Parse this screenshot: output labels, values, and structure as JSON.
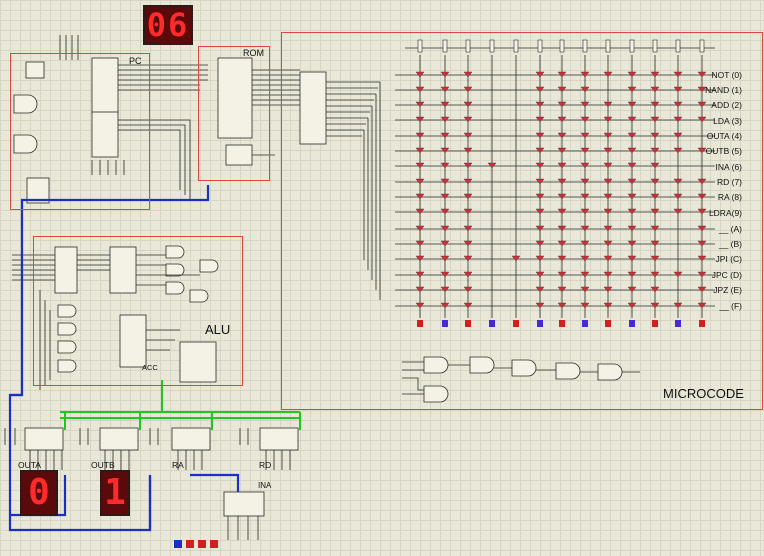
{
  "blocks": {
    "pc": "PC",
    "rom": "ROM",
    "alu": "ALU",
    "acc": "ACC",
    "microcode": "MICROCODE",
    "outa": "OUTA",
    "outb": "OUTB",
    "ra": "RA",
    "rd": "RD",
    "ina": "INA"
  },
  "displays": {
    "pc_value": "06",
    "outa_value": "0",
    "outb_value": "1"
  },
  "microcode_rows": [
    "NOT (0)",
    "NAND (1)",
    "ADD (2)",
    "LDA (3)",
    "OUTA (4)",
    "OUTB (5)",
    "INA (6)",
    "RD (7)",
    "RA (8)",
    "LDRA(9)",
    "__ (A)",
    "__ (B)",
    "JPI (C)",
    "JPC (D)",
    "JPZ (E)",
    "__ (F)"
  ],
  "colors": {
    "block_border": "#e0463f",
    "bus_blue": "#1a2fc4",
    "bus_green": "#1ec81e",
    "display_digit": "#ff2a2a"
  }
}
